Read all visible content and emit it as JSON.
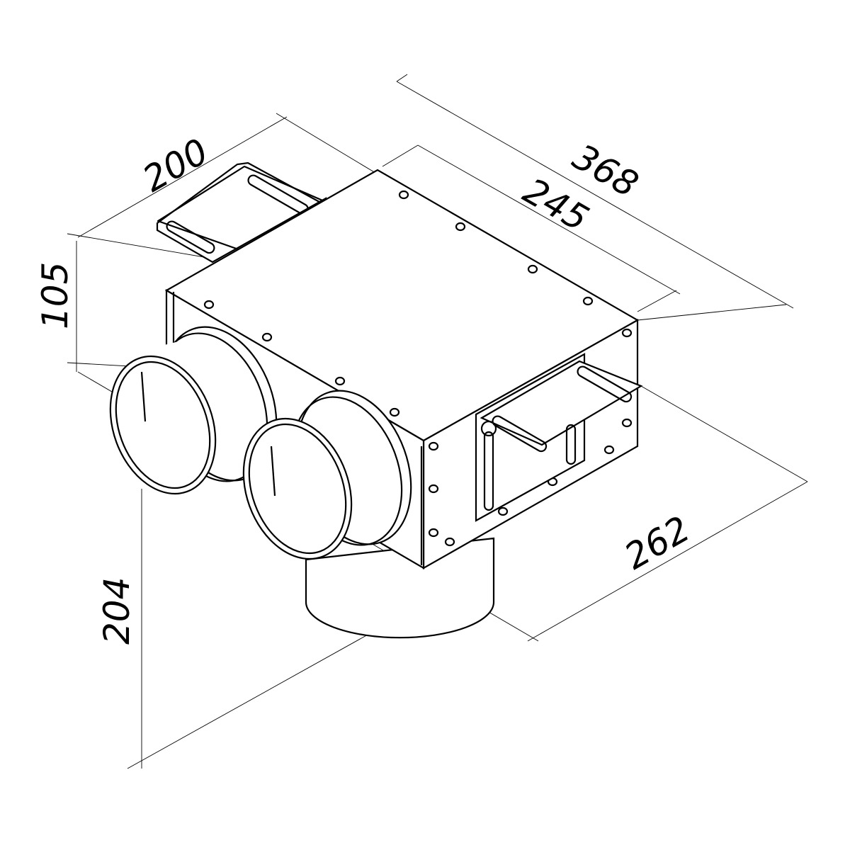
{
  "drawing": {
    "dimensions": {
      "width_top": "200",
      "length_total": "368",
      "length_box": "245",
      "height_box": "105",
      "height_total": "204",
      "depth": "262"
    },
    "line_color": "#000000",
    "background": "#ffffff"
  }
}
